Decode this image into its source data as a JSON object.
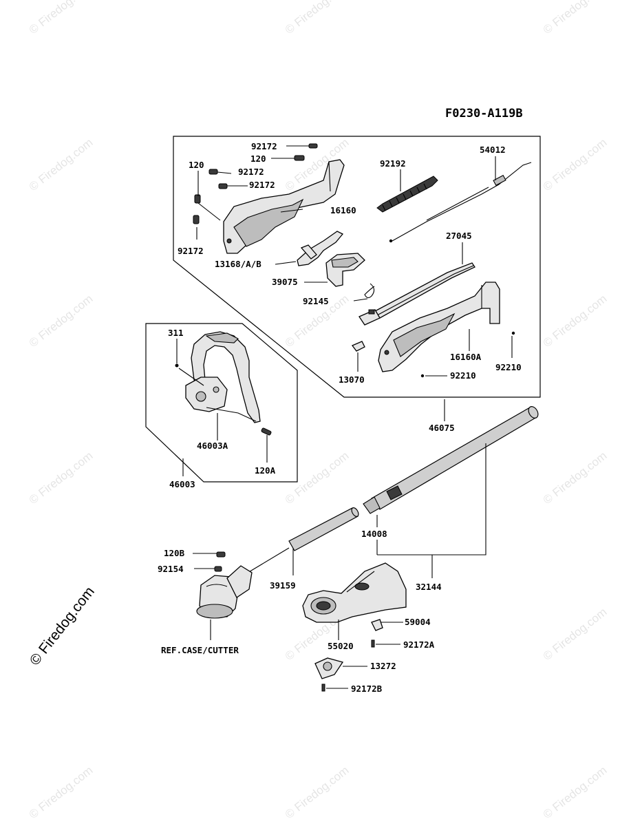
{
  "diagram": {
    "code": "F0230-A119B",
    "watermark": "© Firedog.com",
    "labels": {
      "p92172_top": "92172",
      "p120_top": "120",
      "p120_left": "120",
      "p92172_a": "92172",
      "p92172_b": "92172",
      "p16160": "16160",
      "p92172_left": "92172",
      "p13168": "13168/A/B",
      "p39075": "39075",
      "p92145": "92145",
      "p92192": "92192",
      "p54012": "54012",
      "p27045": "27045",
      "p16160A": "16160A",
      "p92210_a": "92210",
      "p92210_b": "92210",
      "p13070": "13070",
      "p46075": "46075",
      "p311": "311",
      "p46003A": "46003A",
      "p120A": "120A",
      "p46003": "46003",
      "p14008": "14008",
      "p32144": "32144",
      "p120B": "120B",
      "p92154": "92154",
      "p39159": "39159",
      "p_ref": "REF.CASE/CUTTER",
      "p59004": "59004",
      "p55020": "55020",
      "p92172A": "92172A",
      "p13272": "13272",
      "p92172B": "92172B"
    }
  }
}
